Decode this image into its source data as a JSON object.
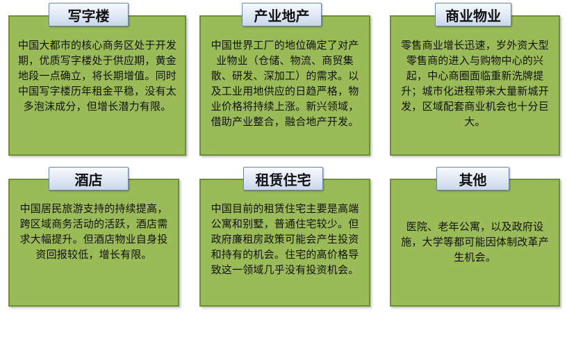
{
  "cards": [
    {
      "title": "写字楼",
      "text": "中国大都市的核心商务区处于开发期，优质写字楼处于供应期，黄金地段一点确立，将长期增值。同时中国写字楼历年租金平稳，没有太多泡沫成分，但增长潜力有限。"
    },
    {
      "title": "产业地产",
      "text": "中国世界工厂的地位确定了对产业物业（仓储、物流、商贸集散、研发、深加工）的需求。以及工业用地供应的日趋严格，物业价格将持续上涨。新兴领域，借助产业整合，融合地产开发。"
    },
    {
      "title": "商业物业",
      "text": "零售商业增长迅速，岁外资大型零售商的进入与购物中心的兴起，中心商圈面临重新洗牌提升；城市化进程带来大量新城开发，区域配套商业机会也十分巨大。"
    },
    {
      "title": "酒店",
      "text": "中国居民旅游支持的持续提高，跨区域商务活动的活跃，酒店需求大幅提升。但酒店物业自身投资回报较低，增长有限。"
    },
    {
      "title": "租赁住宅",
      "text": "中国目前的租赁住宅主要是高端公寓和别墅，普通住宅较少。但政府廉租房政策可能会产生投资和持有的机会。住宅的高价格导致这一领域几乎没有投资机会。"
    },
    {
      "title": "其他",
      "text": "医院、老年公寓，以及政府设施，大学等都可能因体制改革产生机会。"
    }
  ],
  "colors": {
    "card_fill": "#9bbb59",
    "card_border": "#6f8f34",
    "tab_fill": "#dfe8f4",
    "tab_border": "#6d86a8"
  }
}
